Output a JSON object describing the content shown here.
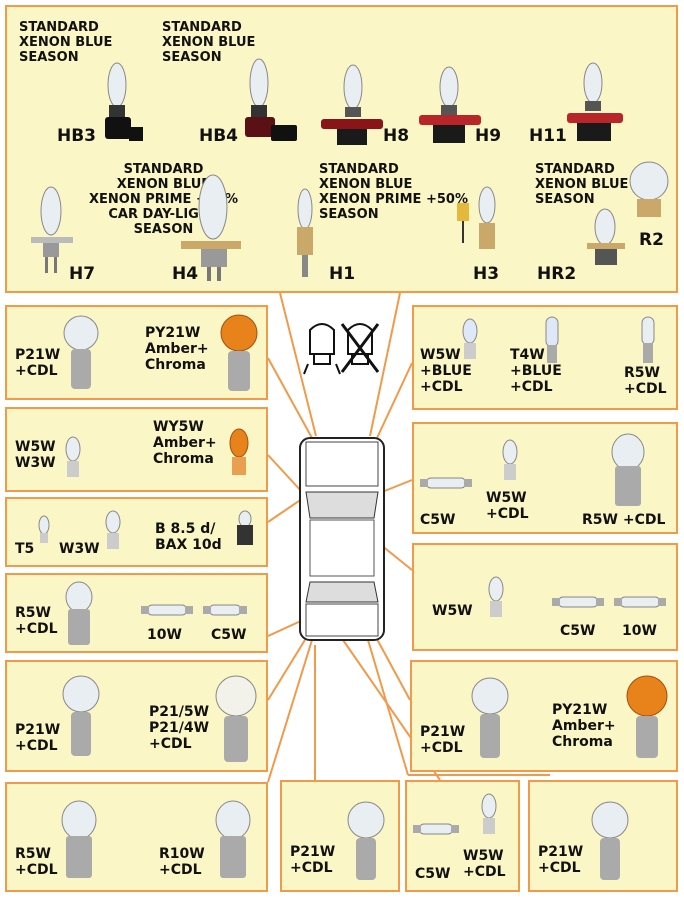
{
  "headlamp_panel": {
    "hb3_variants": [
      "STANDARD",
      "XENON BLUE",
      "SEASON"
    ],
    "hb4_variants": [
      "STANDARD",
      "XENON BLUE",
      "SEASON"
    ],
    "h4_variants": [
      "STANDARD",
      "XENON BLUE",
      "XENON PRIME +50%",
      "CAR DAY-LIGHT",
      "SEASON"
    ],
    "h1_variants": [
      "STANDARD",
      "XENON BLUE",
      "XENON PRIME +50%",
      "SEASON"
    ],
    "hr2_variants": [
      "STANDARD",
      "XENON BLUE",
      "SEASON"
    ],
    "codes": {
      "hb3": "HB3",
      "hb4": "HB4",
      "h8": "H8",
      "h9": "H9",
      "h11": "H11",
      "h7": "H7",
      "h4": "H4",
      "h1": "H1",
      "h3": "H3",
      "hr2": "HR2",
      "r2": "R2"
    }
  },
  "left_boxes": {
    "box1": {
      "a": [
        "P21W",
        "+CDL"
      ],
      "b": [
        "PY21W",
        "Amber+",
        "Chroma"
      ]
    },
    "box2": {
      "a": [
        "W5W",
        "W3W"
      ],
      "b": [
        "WY5W",
        "Amber+",
        "Chroma"
      ]
    },
    "box3": {
      "a": "T5",
      "b": "W3W",
      "c": [
        "B 8.5 d/",
        "BAX 10d"
      ]
    },
    "box4": {
      "a": [
        "R5W",
        "+CDL"
      ],
      "b": "10W",
      "c": "C5W"
    },
    "box5": {
      "a": [
        "P21W",
        "+CDL"
      ],
      "b": [
        "P21/5W",
        "P21/4W",
        "+CDL"
      ]
    },
    "box6": {
      "a": [
        "R5W",
        "+CDL"
      ],
      "b": [
        "R10W",
        "+CDL"
      ]
    }
  },
  "bottom_boxes": {
    "box7": [
      "P21W",
      "+CDL"
    ],
    "box8": {
      "a": "C5W",
      "b": [
        "W5W",
        "+CDL"
      ]
    },
    "box9": [
      "P21W",
      "+CDL"
    ]
  },
  "right_boxes": {
    "box1": {
      "a": [
        "W5W",
        "+BLUE",
        "+CDL"
      ],
      "b": [
        "T4W",
        "+BLUE",
        "+CDL"
      ],
      "c": [
        "R5W",
        "+CDL"
      ]
    },
    "box2": {
      "a": "C5W",
      "b": [
        "W5W",
        "+CDL"
      ],
      "c": "R5W +CDL"
    },
    "box3": {
      "a": "W5W",
      "b": "C5W",
      "c": "10W"
    },
    "box4": {
      "a": [
        "P21W",
        "+CDL"
      ],
      "b": [
        "PY21W",
        "Amber+",
        "Chroma"
      ]
    }
  },
  "colors": {
    "panel": "#fbf6c6",
    "border": "#f09a4a",
    "lines": "#f09a4a",
    "amber": "#e8821a"
  }
}
